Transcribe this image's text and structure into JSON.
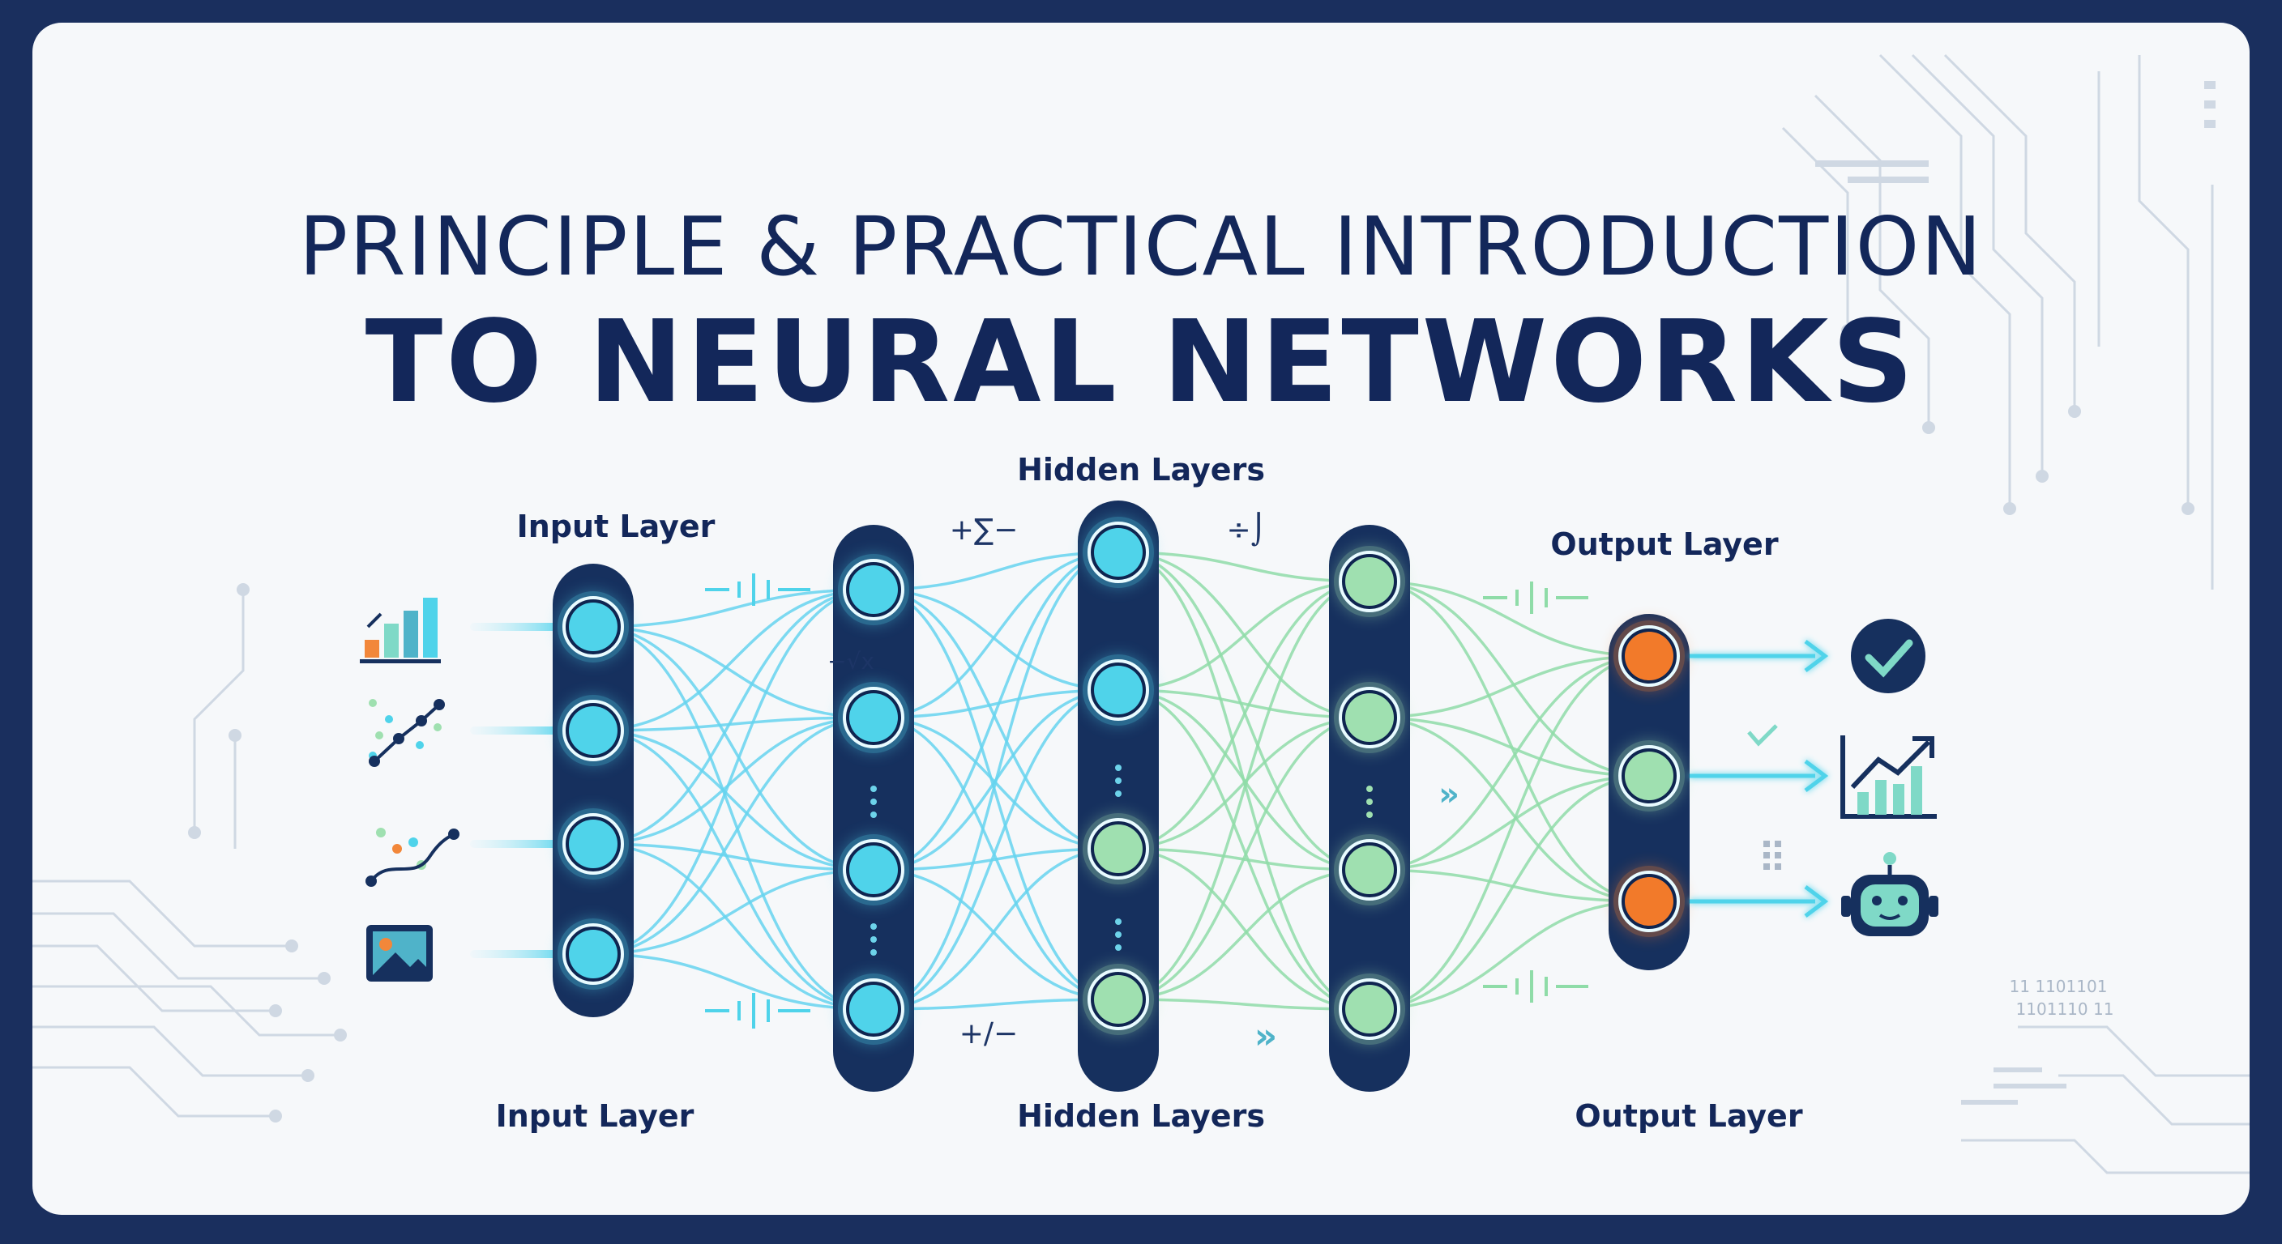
{
  "title": {
    "line1": "PRINCIPLE & PRACTICAL INTRODUCTION",
    "line2": "TO NEURAL NETWORKS"
  },
  "labels": {
    "input_top": "Input Layer",
    "hidden_top": "Hidden Layers",
    "output_top": "Output Layer",
    "input_bottom": "Input Layer",
    "hidden_bottom": "Hidden Layers",
    "output_bottom": "Output Layer"
  },
  "symbols": {
    "plus_sigma": "+∑−",
    "divide": "÷⌡",
    "minus_sqrt": "−√x",
    "plus_minus": "+∕−",
    "chevrons": "»",
    "binary_a": "11 1101101",
    "binary_b": "1101110 11"
  },
  "colors": {
    "frame": "#1a2f5e",
    "background": "#f6f8fa",
    "title": "#13275a",
    "layer_bar": "#16305e",
    "cyan_node": "#4fd3ea",
    "green_node": "#9fe0b0",
    "orange_node": "#f27a2a",
    "cyan_edge": "#66d4ee",
    "green_edge": "#8fdca8"
  },
  "icons": {
    "inputs": [
      "bar-chart-icon",
      "scatter-plot-icon",
      "line-graph-icon",
      "image-icon"
    ],
    "outputs": [
      "check-circle-icon",
      "trend-chart-icon",
      "robot-icon"
    ],
    "decoration": [
      "circuit-traces-icon"
    ]
  }
}
